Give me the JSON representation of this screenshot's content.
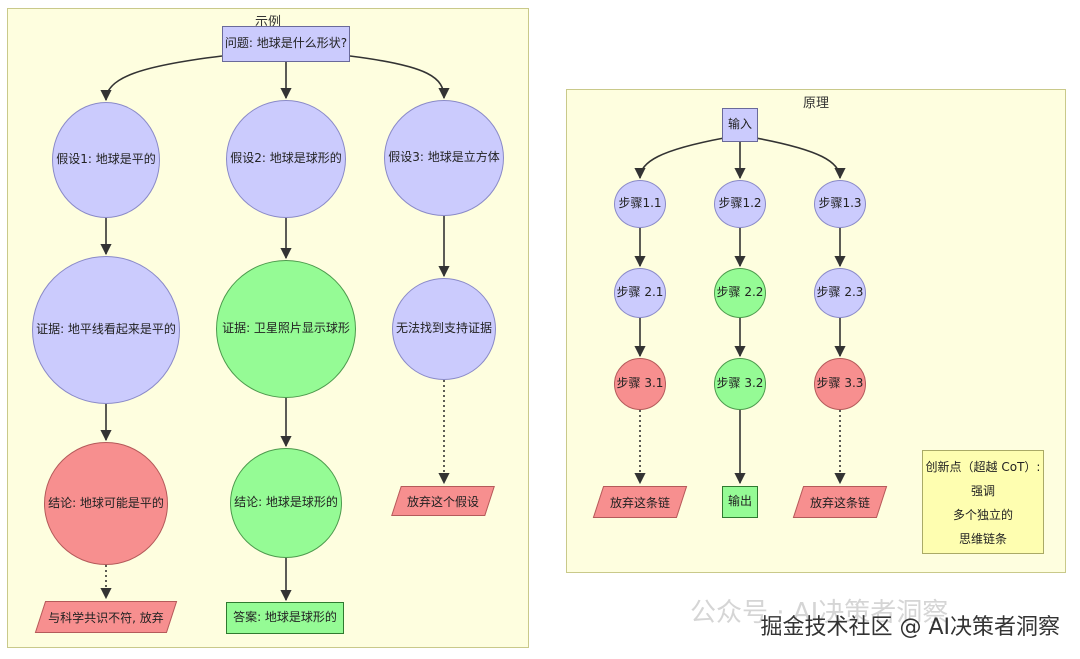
{
  "left_panel": {
    "title": "示例",
    "question": "问题: 地球是什么形状?",
    "hypotheses": [
      "假设1: 地球是平的",
      "假设2: 地球是球形的",
      "假设3: 地球是立方体"
    ],
    "evidence": [
      "证据: 地平线看起来是平的",
      "证据: 卫星照片显示球形",
      "无法找到支持证据"
    ],
    "conclusions": [
      "结论: 地球可能是平的",
      "结论: 地球是球形的"
    ],
    "outcomes": [
      "与科学共识不符, 放弃",
      "答案: 地球是球形的",
      "放弃这个假设"
    ]
  },
  "right_panel": {
    "title": "原理",
    "input": "输入",
    "step1": [
      "步骤1.1",
      "步骤1.2",
      "步骤1.3"
    ],
    "step2": [
      "步骤 2.1",
      "步骤 2.2",
      "步骤 2.3"
    ],
    "step3": [
      "步骤 3.1",
      "步骤 3.2",
      "步骤 3.3"
    ],
    "outcomes": [
      "放弃这条链",
      "输出",
      "放弃这条链"
    ],
    "note": [
      "创新点（超越 CoT）:",
      "强调",
      "多个独立的",
      "思维链条"
    ]
  },
  "watermark": {
    "faded": "公众号 · AI决策者洞察",
    "text": "掘金技术社区 @ AI决策者洞察"
  },
  "colors": {
    "hypothesis": "#cbcbfd",
    "accepted": "#95fb95",
    "rejected": "#f78f8f",
    "panel": "#fefedf",
    "note": "#fefeb0"
  }
}
